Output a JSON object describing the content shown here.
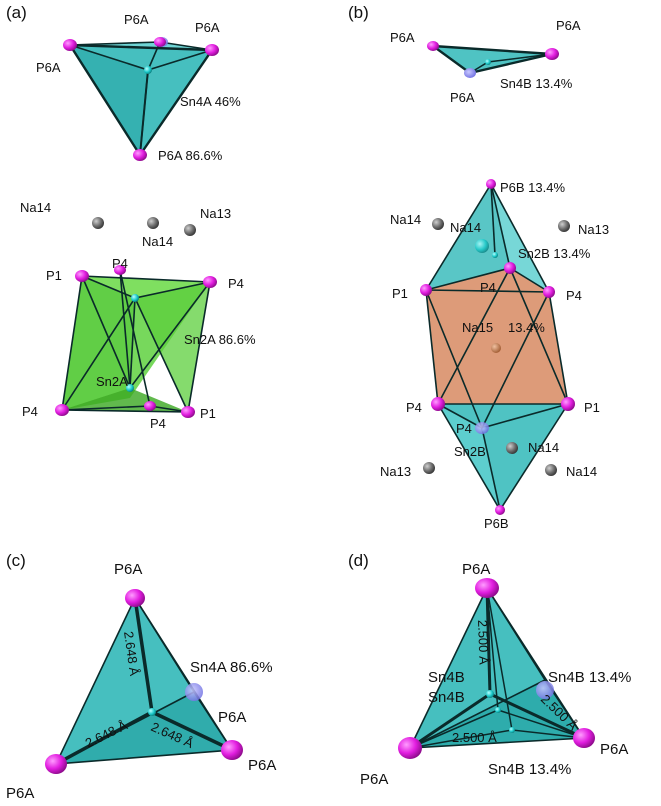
{
  "panels": {
    "a": {
      "label": "(a)",
      "top": {
        "p6a_1": "P6A",
        "p6a_2": "P6A",
        "p6a_3": "P6A",
        "sn4a": "Sn4A 46%",
        "p6a_bottom": "P6A 86.6%"
      },
      "bottom": {
        "na14_1": "Na14",
        "na14_2": "Na14",
        "na13": "Na13",
        "p1_top": "P1",
        "p4_top": "P4",
        "p4_top_r": "P4",
        "sn2a_side": "Sn2A 86.6%",
        "sn2a": "Sn2A",
        "p4_bl": "P4",
        "p4_bm": "P4",
        "p1_br": "P1"
      }
    },
    "b": {
      "label": "(b)",
      "top": {
        "p6a_l": "P6A",
        "p6a_r": "P6A",
        "p6a_b": "P6A",
        "sn4b": "Sn4B 13.4%"
      },
      "bottom": {
        "p6b_top": "P6B 13.4%",
        "na14_l": "Na14",
        "na14_in": "Na14",
        "na13_r": "Na13",
        "sn2b_top": "Sn2B 13.4%",
        "p1_l": "P1",
        "p4_m": "P4",
        "p4_r": "P4",
        "na15": "Na15",
        "na15_pct": "13.4%",
        "p4_bl": "P4",
        "p1_br": "P1",
        "p4_b": "P4",
        "sn2b_b": "Sn2B",
        "na14_b": "Na14",
        "na13_b": "Na13",
        "na14_br": "Na14",
        "p6b_b": "P6B"
      }
    },
    "c": {
      "label": "(c)",
      "p6a_top": "P6A",
      "sn4a": "Sn4A 86.6%",
      "p6a_mid": "P6A",
      "p6a_r": "P6A",
      "p6a_l": "P6A",
      "d1": "2.648 Å",
      "d2": "2.648 Å",
      "d3": "2.648 Å"
    },
    "d": {
      "label": "(d)",
      "p6a_top": "P6A",
      "sn4b_1": "Sn4B",
      "sn4b_2": "Sn4B",
      "sn4b_r": "Sn4B 13.4%",
      "sn4b_b": "Sn4B 13.4%",
      "p6a_r": "P6A",
      "p6a_l": "P6A",
      "d1": "2.500 Å",
      "d2": "2.500 Å",
      "d3": "2.500 Å"
    }
  },
  "colors": {
    "teal": "#3cbcbc",
    "teal_light": "#7fdede",
    "green": "#5fd140",
    "green_dark": "#3aa820",
    "orange": "#d9906a",
    "magenta": "#e21ee0",
    "grey_atom": "#6a6a6a",
    "cyan_atom": "#19c9c9",
    "blue_atom": "#7a7ae8"
  }
}
